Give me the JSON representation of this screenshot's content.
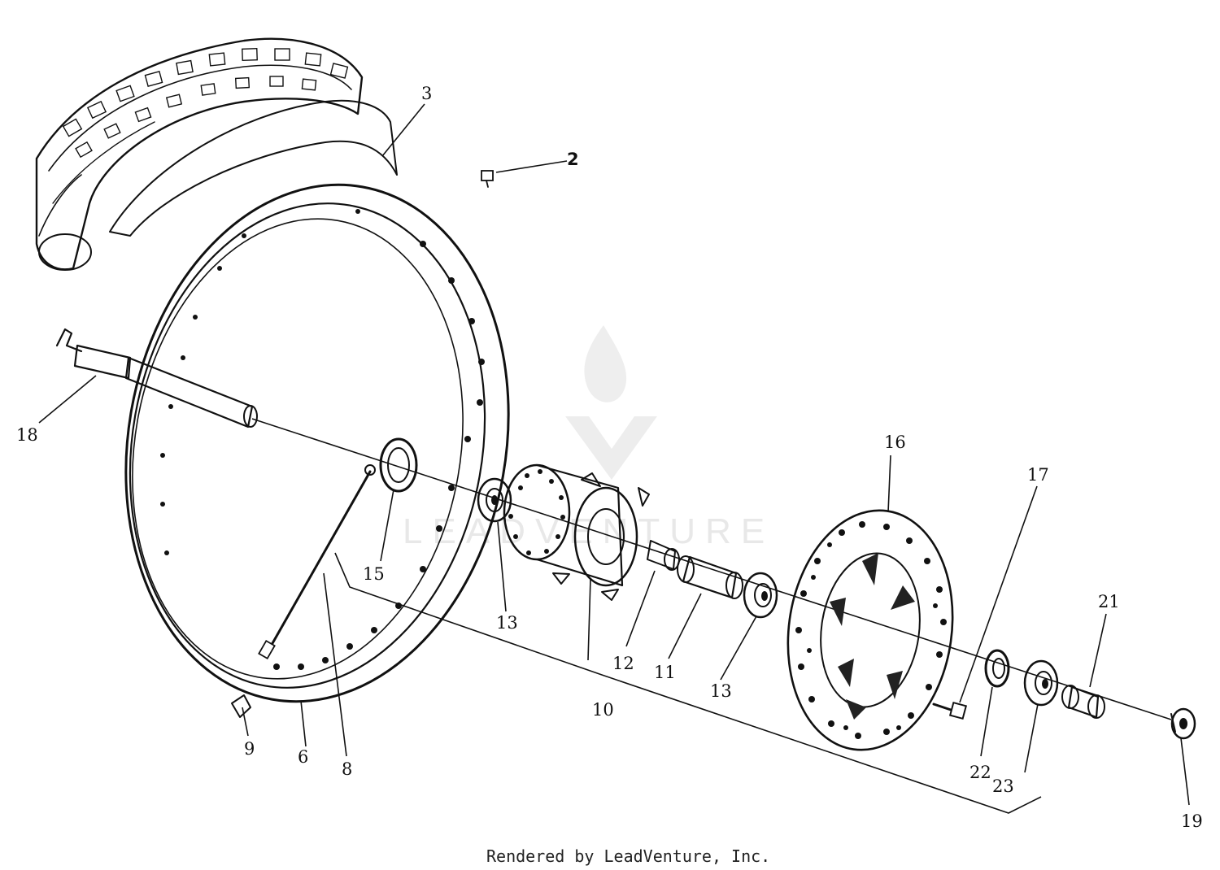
{
  "callouts": {
    "c2": "2",
    "c3": "3",
    "c6": "6",
    "c8": "8",
    "c9": "9",
    "c10": "10",
    "c11": "11",
    "c12": "12",
    "c13a": "13",
    "c13b": "13",
    "c15": "15",
    "c16": "16",
    "c17": "17",
    "c18": "18",
    "c19": "19",
    "c21": "21",
    "c22": "22",
    "c23": "23"
  },
  "watermark": "LEADVENTURE",
  "credit": "Rendered by LeadVenture, Inc.",
  "colors": {
    "ink": "#111111",
    "watermark": "#e6e6e6",
    "background": "#ffffff"
  }
}
